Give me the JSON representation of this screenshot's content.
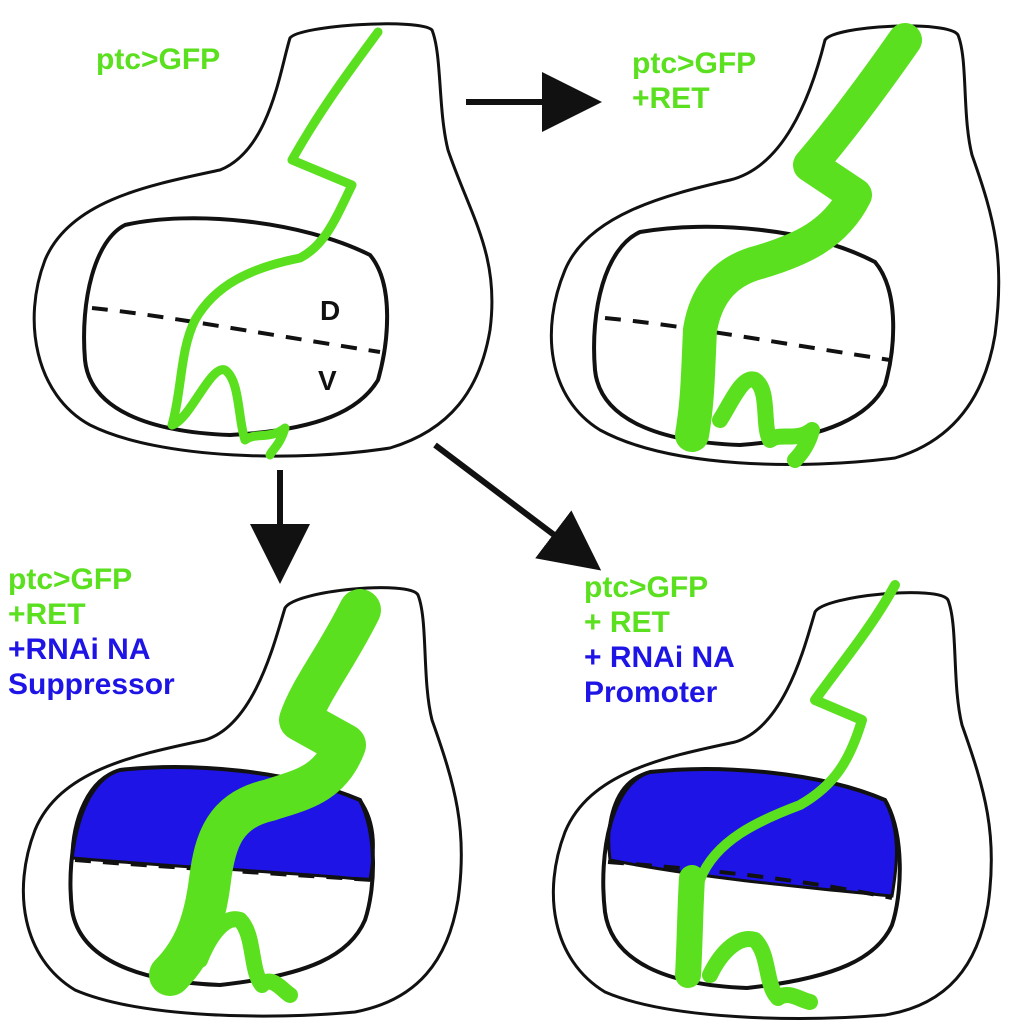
{
  "panels": {
    "control": {
      "lines": [
        "ptc>GFP"
      ],
      "markers": {
        "dorsal": "D",
        "ventral": "V"
      }
    },
    "ret": {
      "lines": [
        "ptc>GFP",
        "+RET"
      ]
    },
    "suppressor": {
      "lines": [
        "ptc>GFP",
        "+RET",
        "+RNAi NA",
        "Suppressor"
      ]
    },
    "promoter": {
      "lines": [
        "ptc>GFP",
        "+ RET",
        "+ RNAi NA",
        "Promoter"
      ]
    }
  },
  "colors": {
    "gfp": "#5ae01e",
    "rnai": "#1e14e6",
    "outline": "#111111"
  }
}
